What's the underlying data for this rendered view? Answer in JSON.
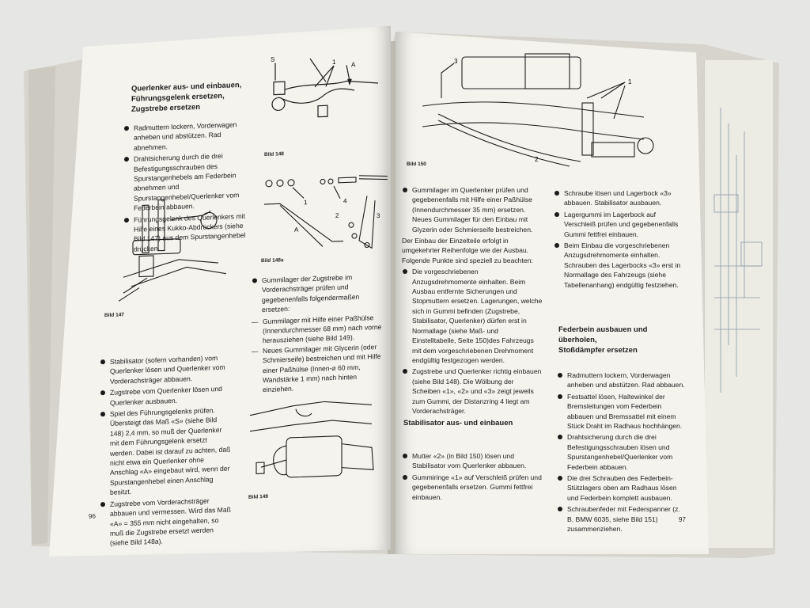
{
  "left_page": {
    "heading": [
      "Querlenker aus- und einbauen,",
      "Führungsgelenk ersetzen,",
      "Zugstrebe ersetzen"
    ],
    "steps_top": [
      "Radmuttern lockern, Vorderwagen anheben und abstützen. Rad abnehmen.",
      "Drahtsicherung durch die drei Befestigungsschrauben des Spurstangenhebels am Federbein abnehmen und Spurstangenhebel/Querlenker vom Federbein abbauen.",
      "Führungsgelenk des Querlenkers mit Hilfe eines Kukko-Abdrückers (siehe Bild 147) aus dem Spurstangenhebel drücken."
    ],
    "fig147_caption": "Bild 147",
    "fig148_caption": "Bild 148",
    "fig148_labels": {
      "s": "S",
      "one": "1",
      "a": "A"
    },
    "fig148a_caption": "Bild 148a",
    "fig148a_labels": {
      "one": "1",
      "two": "2",
      "three": "3",
      "four": "4",
      "a": "A"
    },
    "gummilager": {
      "intro": "Gummilager der Zugstrebe im Vorderachsträger prüfen und gegebenenfalls folgendermaßen ersetzen:",
      "dash1": "Gummilager mit Hilfe einer Paßhülse (Innendurchmesser 68 mm) nach vorne herausziehen (siehe Bild 149).",
      "dash2": "Neues Gummilager mit Glycerin (oder Schmierseife) bestreichen und mit Hilfe einer Paßhülse (Innen-⌀ 60 mm, Wandstärke 1 mm) nach hinten einziehen."
    },
    "steps_bottom": [
      "Stabilisator (sofern vorhanden) vom Querlenker lösen und Querlenker vom Vorderachsträger abbauen.",
      "Zugstrebe vom Querlenker lösen und Querlenker ausbauen.",
      "Spiel des Führungsgelenks prüfen. Übersteigt das Maß «S» (siehe Bild 148) 2,4 mm, so muß der Querlenker mit dem Führungsgelenk ersetzt werden. Dabei ist darauf zu achten, daß nicht etwa ein Querlenker ohne Anschlag «A» eingebaut wird, wenn der Spurstangenhebel einen Anschlag besitzt.",
      "Zugstrebe vom Vorderachsträger abbauen und vermessen. Wird das Maß «A» = 355 mm nicht eingehalten, so muß die Zugstrebe ersetzt werden (siehe Bild 148a)."
    ],
    "fig149_caption": "Bild 149",
    "page_number": "96"
  },
  "right_page": {
    "fig150_caption": "Bild 150",
    "fig150_labels": {
      "one": "1",
      "two": "2",
      "three": "3"
    },
    "col1": [
      "Gummilager im Querlenker prüfen und gegebenenfalls mit Hilfe einer Paßhülse (Innendurchmesser 35 mm) ersetzen. Neues Gummilager für den Einbau mit Glyzerin oder Schmierseife bestreichen."
    ],
    "col1_para": "Der Einbau der Einzelteile erfolgt in umgekehrter Reihenfolge wie der Ausbau. Folgende Punkte sind speziell zu beachten:",
    "col1_bullets": [
      "Die vorgeschriebenen Anzugsdrehmomente einhalten. Beim Ausbau entfernte Sicherungen und Stopmuttern ersetzen. Lagerungen, welche sich in Gummi befinden (Zugstrebe, Stabilisator, Querlenker) dürfen erst in Normallage (siehe Maß- und Einstelltabelle, Seite 150)des Fahrzeugs mit dem vorgeschriebenen Drehmoment endgültig festgezogen werden.",
      "Zugstrebe und Querlenker richtig einbauen (siehe Bild 148). Die Wölbung der Scheiben «1», «2» und «3» zeigt jeweils zum Gummi, der Distanzring 4 liegt am Vorderachsträger."
    ],
    "col2_bullets": [
      "Schraube lösen und Lagerbock «3» abbauen. Stabilisator ausbauen.",
      "Lagergummi im Lagerbock auf Verschleiß prüfen und gegebenenfalls Gummi fettfrei einbauen.",
      "Beim Einbau die vorgeschriebenen Anzugsdrehmomente einhalten. Schrauben des Lagerbocks «3» erst in Normallage des Fahrzeugs (siehe Tabellenanhang) endgültig festziehen."
    ],
    "stabi_heading": "Stabilisator aus- und einbauen",
    "stabi_bullets": [
      "Mutter «2» (in Bild 150) lösen und Stabilisator vom Querlenker abbauen.",
      "Gummiringe «1» auf Verschleiß prüfen und gegebenenfalls ersetzen. Gummi fettfrei einbauen."
    ],
    "federbein_heading": [
      "Federbein ausbauen und überholen,",
      "Stoßdämpfer ersetzen"
    ],
    "federbein_bullets": [
      "Radmuttern lockern, Vorderwagen anheben und abstützen. Rad abbauen.",
      "Festsattel lösen, Haltewinkel der Bremsleitungen vom Federbein abbauen und Bremssattel mit einem Stück Draht im Radhaus hochhängen.",
      "Drahtsicherung durch die drei Befestigungsschrauben lösen und Spurstangenhebel/Querlenker vom Federbein abbauen.",
      "Die drei Schrauben des Federbein-Stützlagers oben am Radhaus lösen und Federbein komplett ausbauen.",
      "Schraubenfeder mit Federspanner (z. B. BMW 6035, siehe Bild 151) zusammenziehen."
    ],
    "page_number": "97"
  }
}
